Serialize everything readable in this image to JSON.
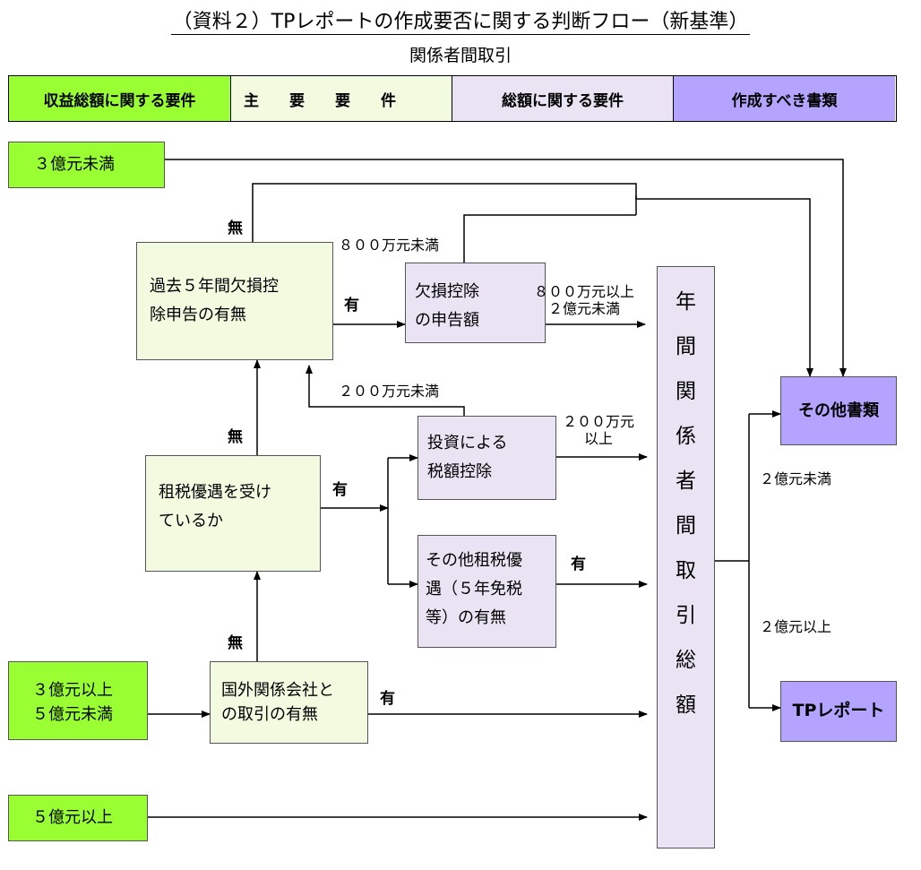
{
  "title": "（資料２）TPレポートの作成要否に関する判断フロー（新基準）",
  "subtitle": "関係者間取引",
  "header": {
    "col1": "収益総額に関する要件",
    "col2": "主　　要　　要　　件",
    "col3": "総額に関する要件",
    "col4": "作成すべき書類"
  },
  "boxes": {
    "under300m": "３億元未満",
    "between300m500m_line1": "３億元以上",
    "between300m500m_line2": "５億元未満",
    "over500m": "５億元以上",
    "loss_line1": "過去５年間欠損控",
    "loss_line2": "除申告の有無",
    "tax_pref_line1": "租税優遇を受け",
    "tax_pref_line2": "ているか",
    "foreign_line1": "国外関係会社と",
    "foreign_line2": "の取引の有無",
    "loss_amount_line1": "欠損控除",
    "loss_amount_line2": "の申告額",
    "invest_line1": "投資による",
    "invest_line2": "税額控除",
    "other_pref_line1": "その他租税優",
    "other_pref_line2": "遇（５年免税",
    "other_pref_line3": "等）の有無",
    "annual_total": [
      "年",
      "間",
      "関",
      "係",
      "者",
      "間",
      "取",
      "引",
      "総",
      "額"
    ],
    "other_docs": "その他書類",
    "tp_report": "TPレポート"
  },
  "labels": {
    "none1": "無",
    "none2": "無",
    "none3": "無",
    "yes1": "有",
    "yes2": "有",
    "yes3": "有",
    "yes4": "有",
    "lt8m": "８００万元未満",
    "ge8m_line1": "８００万元以上",
    "ge8m_line2": "２億元未満",
    "lt2m": "２００万元未満",
    "ge2m_line1": "２００万元",
    "ge2m_line2": "以上",
    "lt200m": "２億元未満",
    "ge200m": "２億元以上"
  },
  "colors": {
    "green": "#99ff33",
    "light_green": "#f2fbe0",
    "light_purple": "#e9e3f3",
    "purple": "#b4a4ff"
  }
}
